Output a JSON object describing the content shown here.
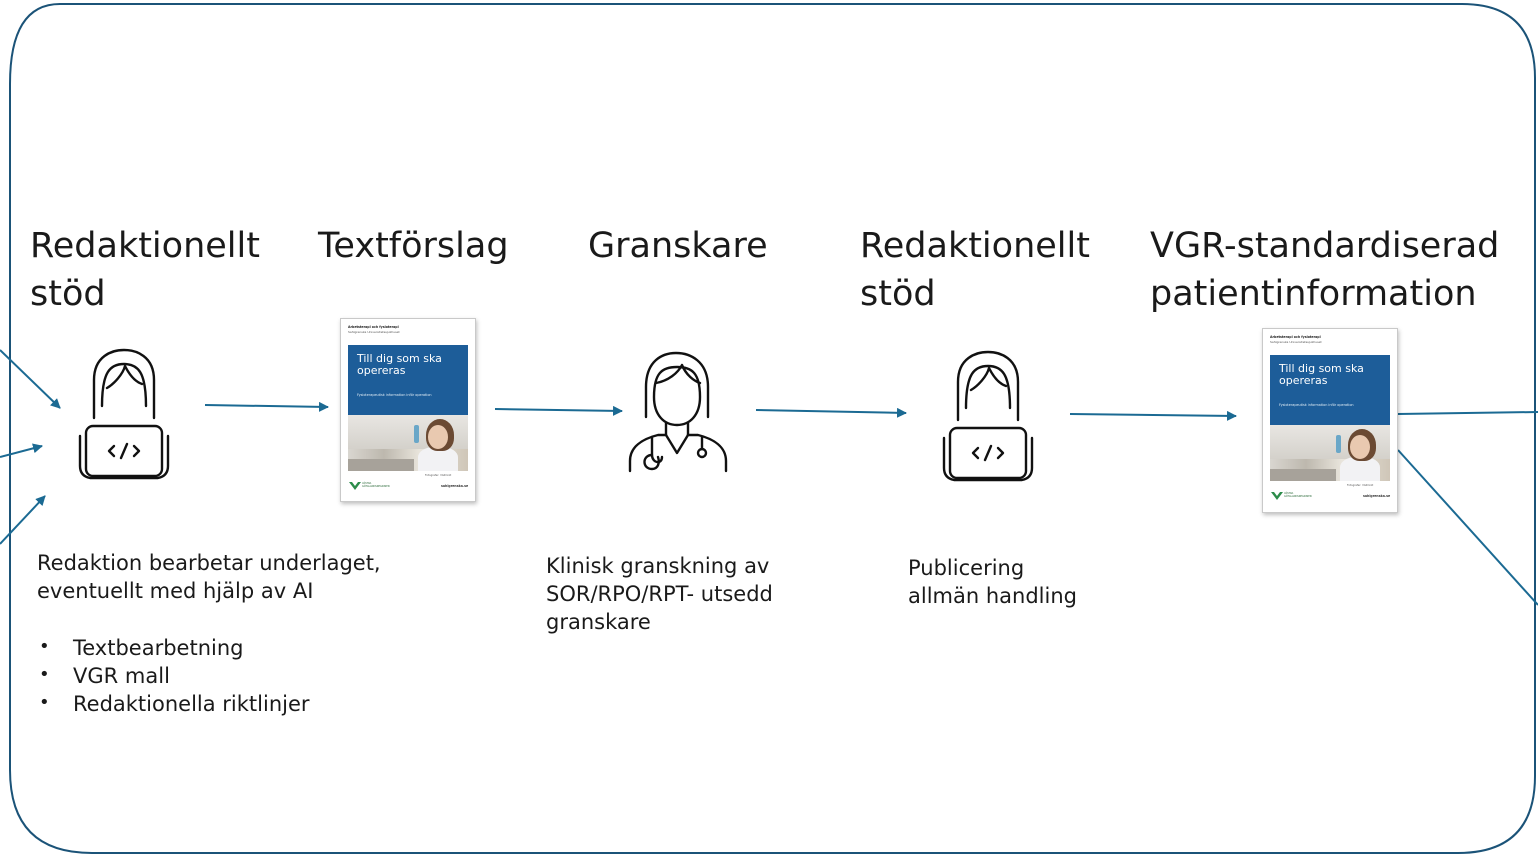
{
  "colors": {
    "frame": "#1b5378",
    "arrow": "#1b6a93",
    "doc_panel": "#1d5d99",
    "icon_stroke": "#111111"
  },
  "steps": [
    {
      "title_line1": "Redaktionellt",
      "title_line2": "stöd",
      "icon": "laptop-coder-icon"
    },
    {
      "title_line1": "Textförslag",
      "icon": "document-thumbnail"
    },
    {
      "title_line1": "Granskare",
      "icon": "doctor-stethoscope-icon"
    },
    {
      "title_line1": "Redaktionellt",
      "title_line2": "stöd",
      "icon": "laptop-coder-icon"
    },
    {
      "title_line1": "VGR-standardiserad",
      "title_line2": "patientinformation",
      "icon": "document-thumbnail"
    }
  ],
  "descriptions": {
    "step1": {
      "line1": "Redaktion bearbetar underlaget,",
      "line2": "eventuellt med hjälp av AI",
      "bullets": [
        "Textbearbetning",
        "VGR mall",
        "Redaktionella riktlinjer"
      ]
    },
    "step3": {
      "line1": "Klinisk granskning av",
      "line2": "SOR/RPO/RPT- utsedd",
      "line3": "granskare"
    },
    "step4": {
      "line1": "Publicering",
      "line2": "allmän handling"
    }
  },
  "document": {
    "header_line1": "Arbetsterapi och fysioterapi",
    "header_line2": "Sahlgrenska Universitetssjukhuset",
    "title": "Till dig som ska opereras",
    "subtitle": "Fysioterapeutisk information inför operation",
    "caption": "Fotografer: VGR bild",
    "logo_text_line1": "VÄSTRA",
    "logo_text_line2": "GÖTALANDSREGIONEN",
    "url": "sahlgrenska.se"
  }
}
